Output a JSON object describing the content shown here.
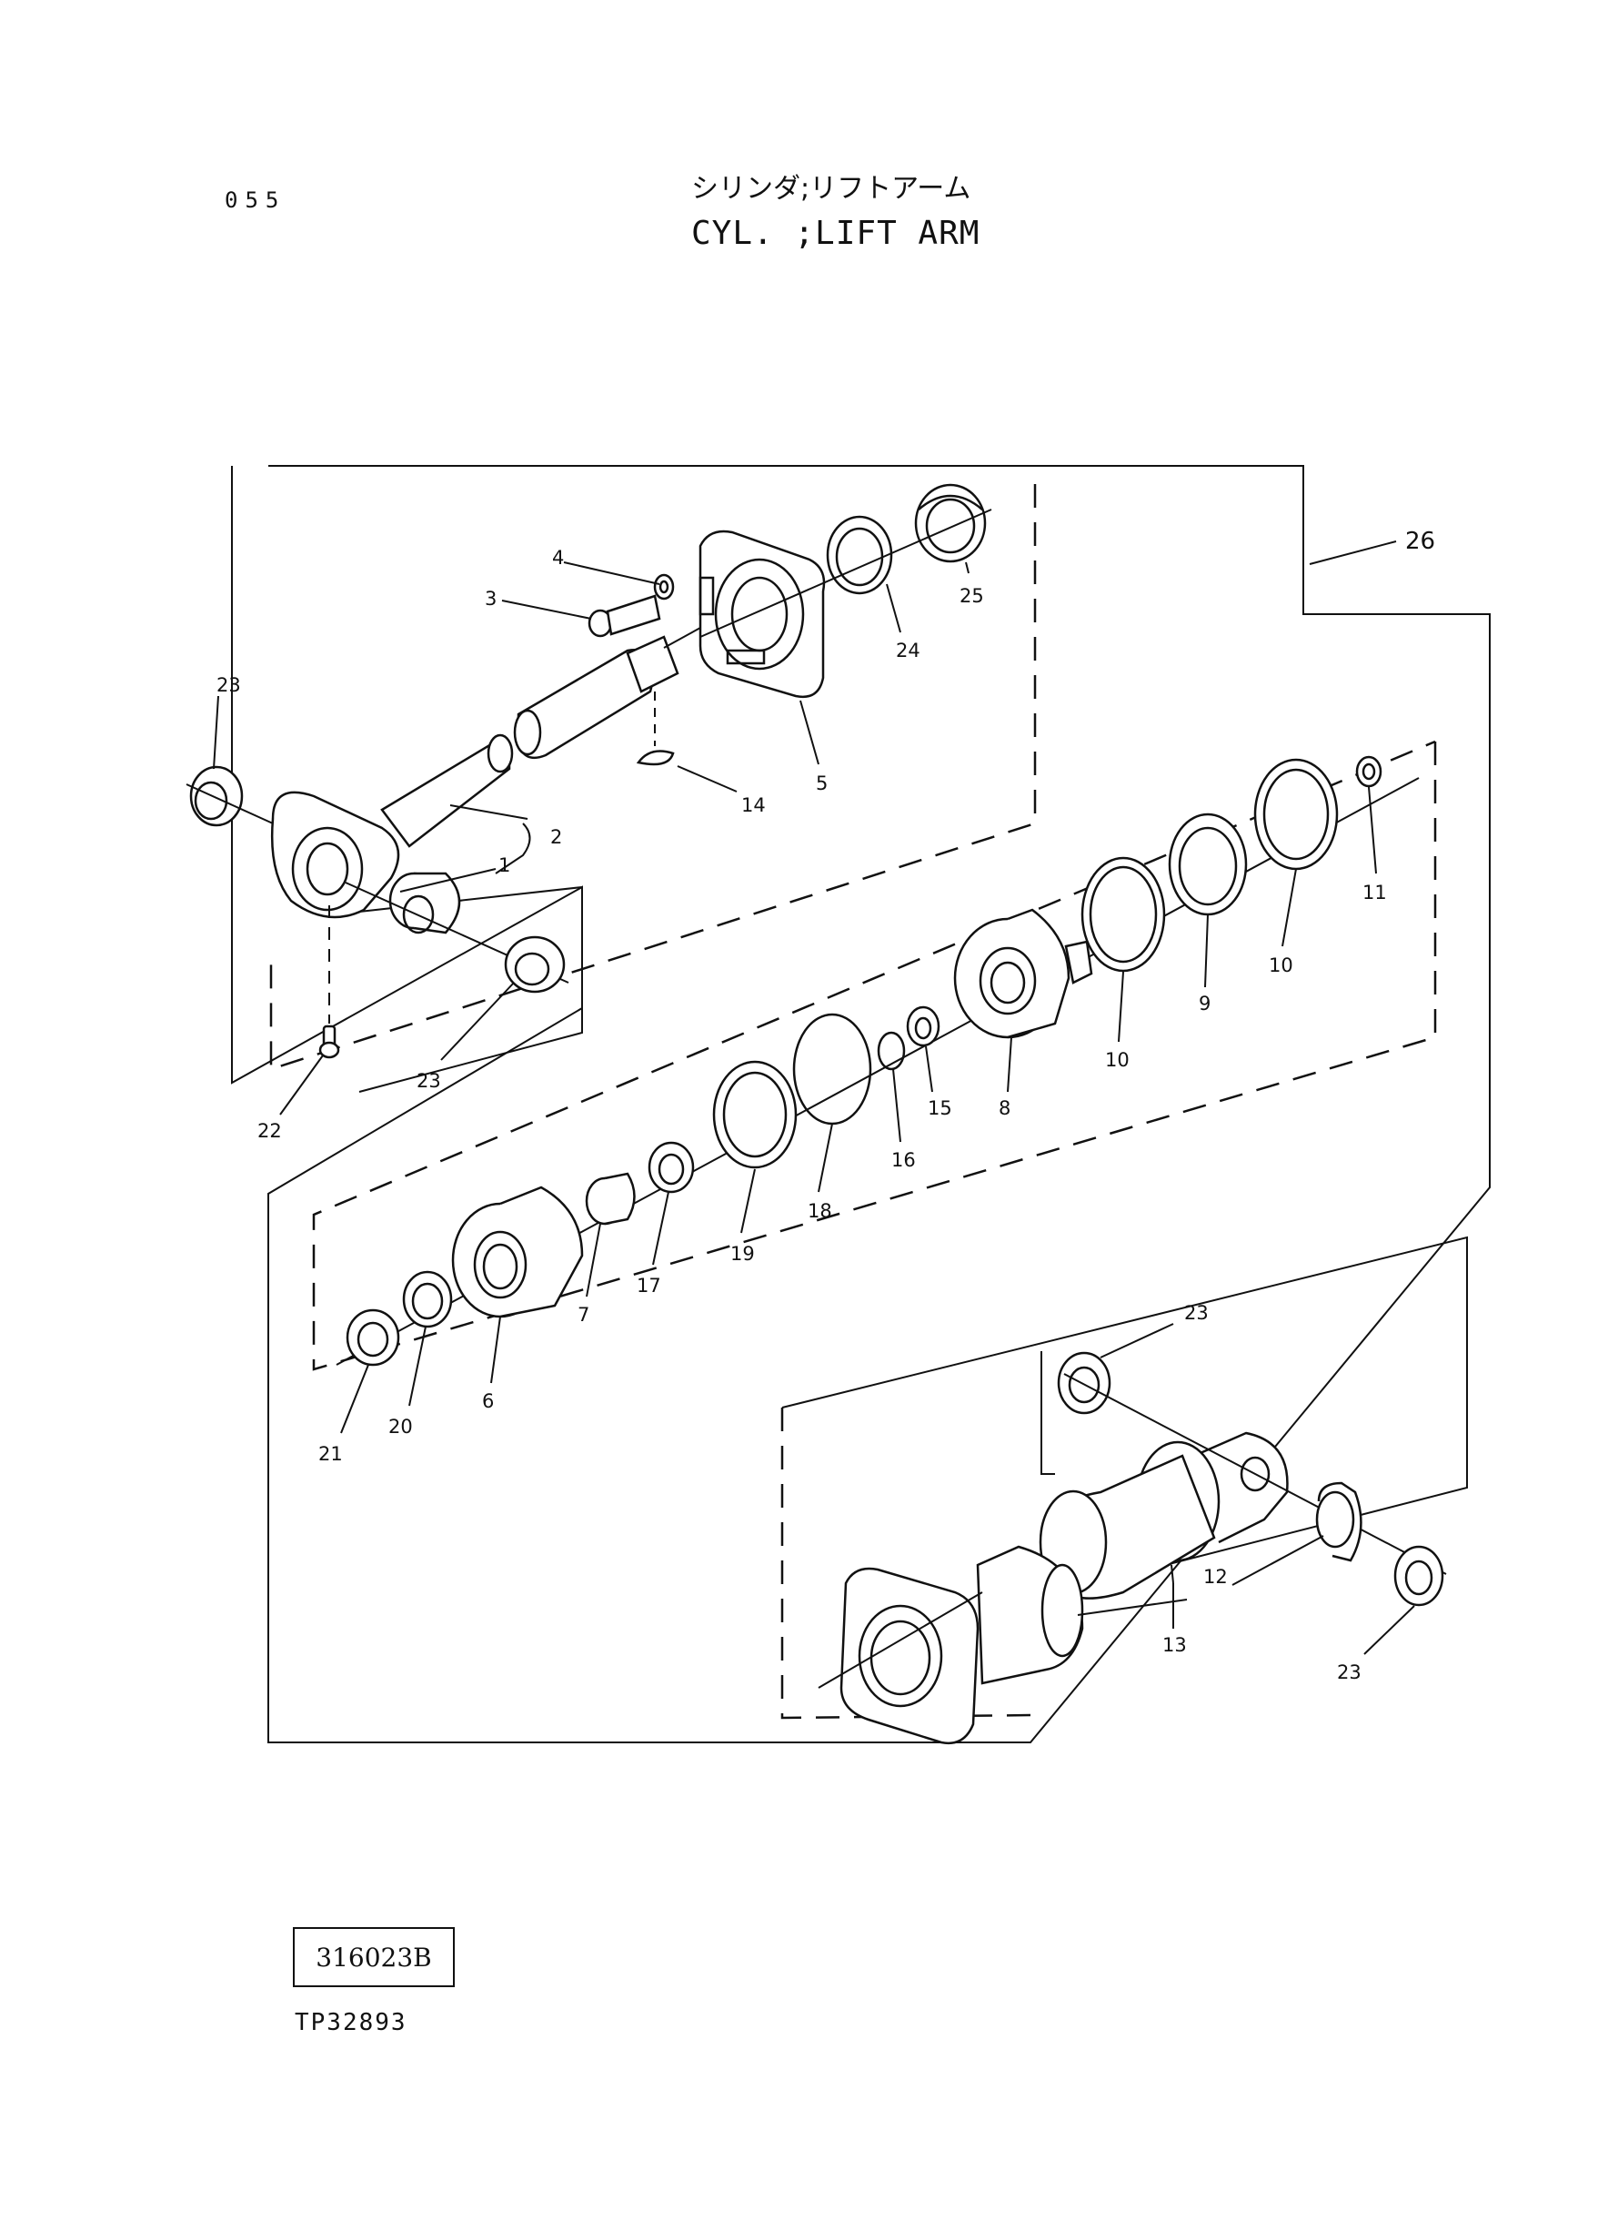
{
  "header": {
    "page_number": "055",
    "title_jp": "シリンダ;リフトアーム",
    "title_en": "CYL. ;LIFT ARM"
  },
  "footer": {
    "ref_code": "316023B",
    "drawing_id": "TP32893"
  },
  "callouts": {
    "c1": "1",
    "c2": "2",
    "c3": "3",
    "c4": "4",
    "c5": "5",
    "c6": "6",
    "c7": "7",
    "c8": "8",
    "c9": "9",
    "c10a": "10",
    "c10b": "10",
    "c11": "11",
    "c12": "12",
    "c13": "13",
    "c14": "14",
    "c15": "15",
    "c16": "16",
    "c17": "17",
    "c18": "18",
    "c19": "19",
    "c20": "20",
    "c21": "21",
    "c22": "22",
    "c23a": "23",
    "c23b": "23",
    "c23c": "23",
    "c23d": "23",
    "c24": "24",
    "c25": "25",
    "c26": "26"
  }
}
